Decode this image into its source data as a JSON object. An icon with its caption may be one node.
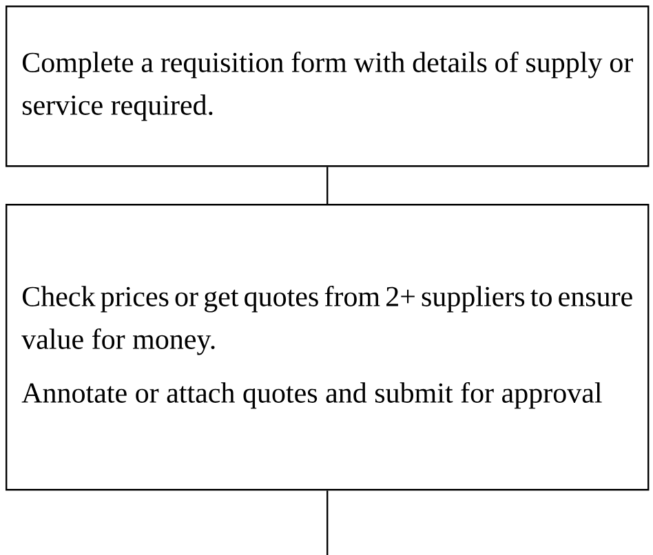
{
  "diagram": {
    "nodes": [
      {
        "text": [
          "Complete a requisition form with details of supply or service required."
        ]
      },
      {
        "text": [
          "Check prices or get quotes from 2+ suppliers to ensure value for money.",
          "Annotate or attach quotes and submit for approval"
        ]
      }
    ],
    "edges": [
      {
        "from": 0,
        "to": 1,
        "arrow": "none"
      },
      {
        "from": 1,
        "to": null,
        "arrow": "none"
      }
    ]
  }
}
